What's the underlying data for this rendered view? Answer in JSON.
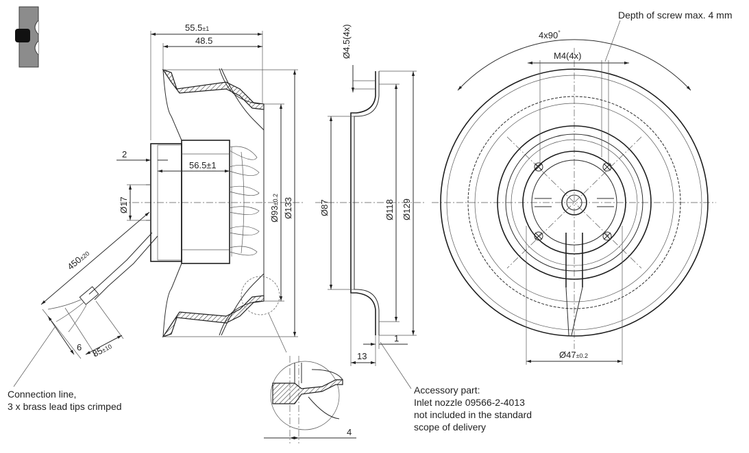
{
  "dimensions": {
    "d_55_5": "55.5",
    "d_55_5_tol": "±1",
    "d_48_5": "48.5",
    "d_2": "2",
    "d_56_5": "56.5±1",
    "d_17": "Ø17",
    "d_93": "Ø93",
    "d_93_tol": "±0.2",
    "d_133": "Ø133",
    "d_450": "450",
    "d_450_tol": "±20",
    "d_6": "6",
    "d_85": "85",
    "d_85_tol": "±10",
    "d_4": "4",
    "d_4_5": "Ø4.5(4x)",
    "d_87": "Ø87",
    "d_118": "Ø118",
    "d_129": "Ø129",
    "d_13": "13",
    "d_1": "1",
    "d_4x90": "4x90",
    "d_4x90_deg": "°",
    "d_m4": "M4(4x)",
    "d_47": "Ø47",
    "d_47_tol": "±0.2"
  },
  "notes": {
    "screw_depth": "Depth of screw max. 4 mm",
    "connection_line": "Connection line,",
    "connection_line_2": "3 x brass lead tips crimped",
    "accessory_1": "Accessory part:",
    "accessory_2": "Inlet nozzle 09566-2-4013",
    "accessory_3": "not included in the standard",
    "accessory_4": "scope of delivery"
  },
  "colors": {
    "line": "#2a2a2a",
    "hatch_gray": "#8c8c8c",
    "background": "#ffffff"
  }
}
